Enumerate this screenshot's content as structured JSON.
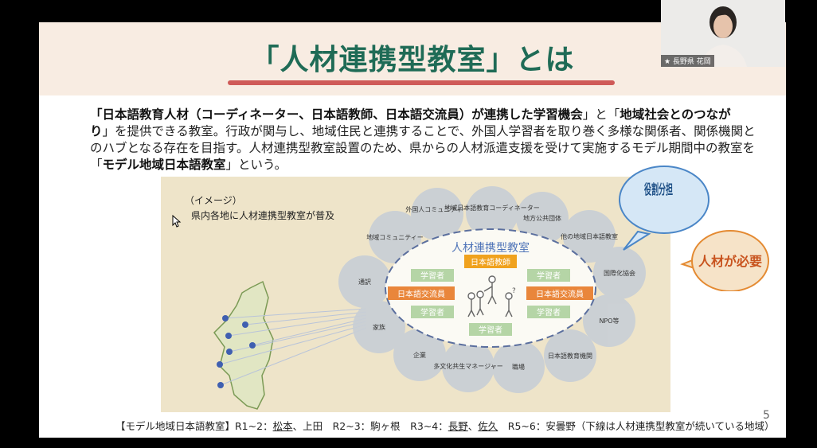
{
  "slide": {
    "title": "「人材連携型教室」とは",
    "intro_parts": [
      {
        "text": "「日本語教育人材（コーディネーター、日本語教師、日本語交流員）が連携した学習機会",
        "bold": true
      },
      {
        "text": "」と「",
        "bold": false
      },
      {
        "text": "地域社会とのつなが",
        "bold": true
      },
      {
        "text": "り",
        "bold": true
      },
      {
        "text": "」を提供できる教室。行政が関与し、地域住民と連携することで、外国人学習者を取り巻く多様な関係者、関係機関とのハブとなる存在を目指す。人材連携型教室設置のため、県からの人材派遣支援を受けて実施するモデル期間中の教室を「",
        "bold": false
      },
      {
        "text": "モデル地域日本語教室",
        "bold": true
      },
      {
        "text": "」という。",
        "bold": false
      }
    ],
    "image": {
      "note_line1": "（イメージ）",
      "note_line2": "県内各地に人材連携型教室が普及",
      "classroom_title": "人材連携型教室",
      "teacher": "日本語教師",
      "learner": "学習者",
      "exchange_staff": "日本語交流員",
      "stakeholders": [
        "外国人コミュニティー",
        "地域日本語教育コーディネーター",
        "地方公共団体",
        "他の地域日本語教室",
        "国際化協会",
        "NPO等",
        "日本語教育機関",
        "職場",
        "多文化共生マネージャー",
        "企業",
        "家族",
        "通訳",
        "地域コミュニティー"
      ],
      "bubble_roles": "役割分担",
      "bubble_people": "人材が必要"
    },
    "caption": {
      "prefix": "【モデル地域日本語教室】R1~2：",
      "matsumoto": "松本",
      "after_matsumoto": "、上田　R2~3：駒ヶ根　R3~4：",
      "nagano": "長野",
      "comma": "、",
      "saku": "佐久",
      "after_saku": "　R5~6：安曇野（下線は人材連携型教室が続いている地域）"
    },
    "page_number": "5"
  },
  "webcam": {
    "label": "★ 長野県 花岡"
  },
  "colors": {
    "title": "#1f6b56",
    "accent": "#cf5a58",
    "green_box": "#b5d5a6",
    "orange_box": "#e9863b"
  }
}
